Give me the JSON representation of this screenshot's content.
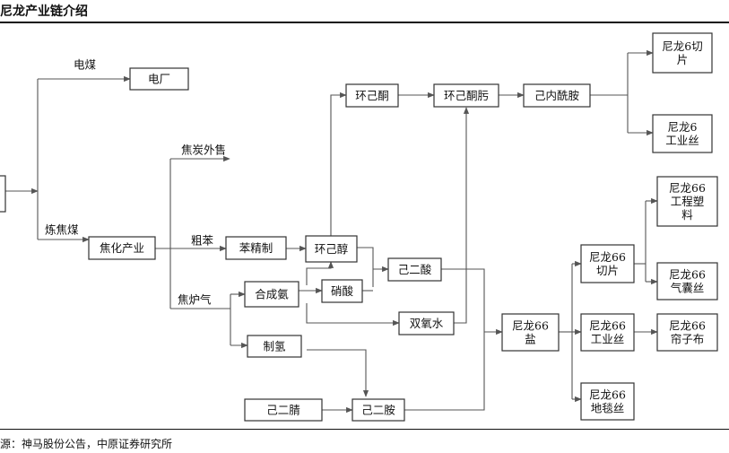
{
  "header": {
    "title": "尼龙产业链介绍"
  },
  "footer": {
    "source": "源：神马股份公告，中原证券研究所"
  },
  "diagram": {
    "nodes": [
      {
        "id": "coal",
        "lines": []
      },
      {
        "id": "power-plant",
        "lines": [
          "电厂"
        ]
      },
      {
        "id": "coking",
        "lines": [
          "焦化产业"
        ]
      },
      {
        "id": "benzene-refining",
        "lines": [
          "苯精制"
        ]
      },
      {
        "id": "cyclohexanol",
        "lines": [
          "环己醇"
        ]
      },
      {
        "id": "cyclohexanone",
        "lines": [
          "环己酮"
        ]
      },
      {
        "id": "cyclohexanone-oxime",
        "lines": [
          "环己酮肟"
        ]
      },
      {
        "id": "caprolactam",
        "lines": [
          "己内酰胺"
        ]
      },
      {
        "id": "nylon6-chips",
        "lines": [
          "尼龙6切",
          "片"
        ]
      },
      {
        "id": "nylon6-yarn",
        "lines": [
          "尼龙6",
          "工业丝"
        ]
      },
      {
        "id": "synthetic-ammonia",
        "lines": [
          "合成氨"
        ]
      },
      {
        "id": "nitric-acid",
        "lines": [
          "硝酸"
        ]
      },
      {
        "id": "adipic-acid",
        "lines": [
          "己二酸"
        ]
      },
      {
        "id": "hydrogen-peroxide",
        "lines": [
          "双氧水"
        ]
      },
      {
        "id": "hydrogen-production",
        "lines": [
          "制氢"
        ]
      },
      {
        "id": "adiponitrile",
        "lines": [
          "己二腈"
        ]
      },
      {
        "id": "hexanediamine",
        "lines": [
          "己二胺"
        ]
      },
      {
        "id": "nylon66-salt",
        "lines": [
          "尼龙66",
          "盐"
        ]
      },
      {
        "id": "nylon66-chips",
        "lines": [
          "尼龙66",
          "切片"
        ]
      },
      {
        "id": "nylon66-yarn",
        "lines": [
          "尼龙66",
          "工业丝"
        ]
      },
      {
        "id": "nylon66-carpet",
        "lines": [
          "尼龙66",
          "地毯丝"
        ]
      },
      {
        "id": "nylon66-plastics",
        "lines": [
          "尼龙66",
          "工程塑",
          "料"
        ]
      },
      {
        "id": "nylon66-airbag",
        "lines": [
          "尼龙66",
          "气囊丝"
        ]
      },
      {
        "id": "nylon66-cord",
        "lines": [
          "尼龙66",
          "帘子布"
        ]
      }
    ],
    "labels": [
      {
        "id": "power-coal",
        "text": "电煤"
      },
      {
        "id": "coking-coal",
        "text": "炼焦煤"
      },
      {
        "id": "coke-sales",
        "text": "焦炭外售"
      },
      {
        "id": "crude-benzene",
        "text": "粗苯"
      },
      {
        "id": "coke-oven-gas",
        "text": "焦炉气"
      }
    ]
  }
}
